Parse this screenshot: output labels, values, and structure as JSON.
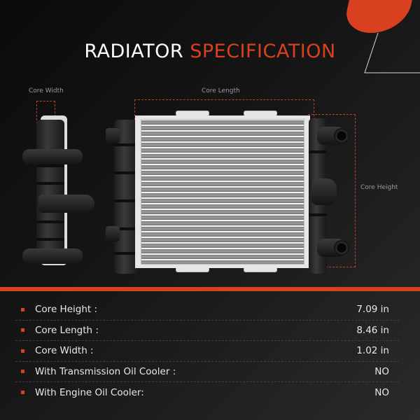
{
  "header": {
    "title_part1": "RADIATOR",
    "title_part2": "SPECIFICATION"
  },
  "diagram": {
    "labels": {
      "core_width": "Core Width",
      "core_length": "Core Length",
      "core_height": "Core Height"
    }
  },
  "colors": {
    "accent": "#d9401f",
    "background": "#141414",
    "text": "#e9e9e9",
    "label": "#9a9a9a"
  },
  "specs": [
    {
      "label": "Core Height :",
      "value": "7.09 in"
    },
    {
      "label": "Core Length :",
      "value": "8.46 in"
    },
    {
      "label": "Core Width :",
      "value": "1.02 in"
    },
    {
      "label": "With Transmission Oil Cooler :",
      "value": "NO"
    },
    {
      "label": "With Engine Oil Cooler:",
      "value": "NO"
    }
  ]
}
